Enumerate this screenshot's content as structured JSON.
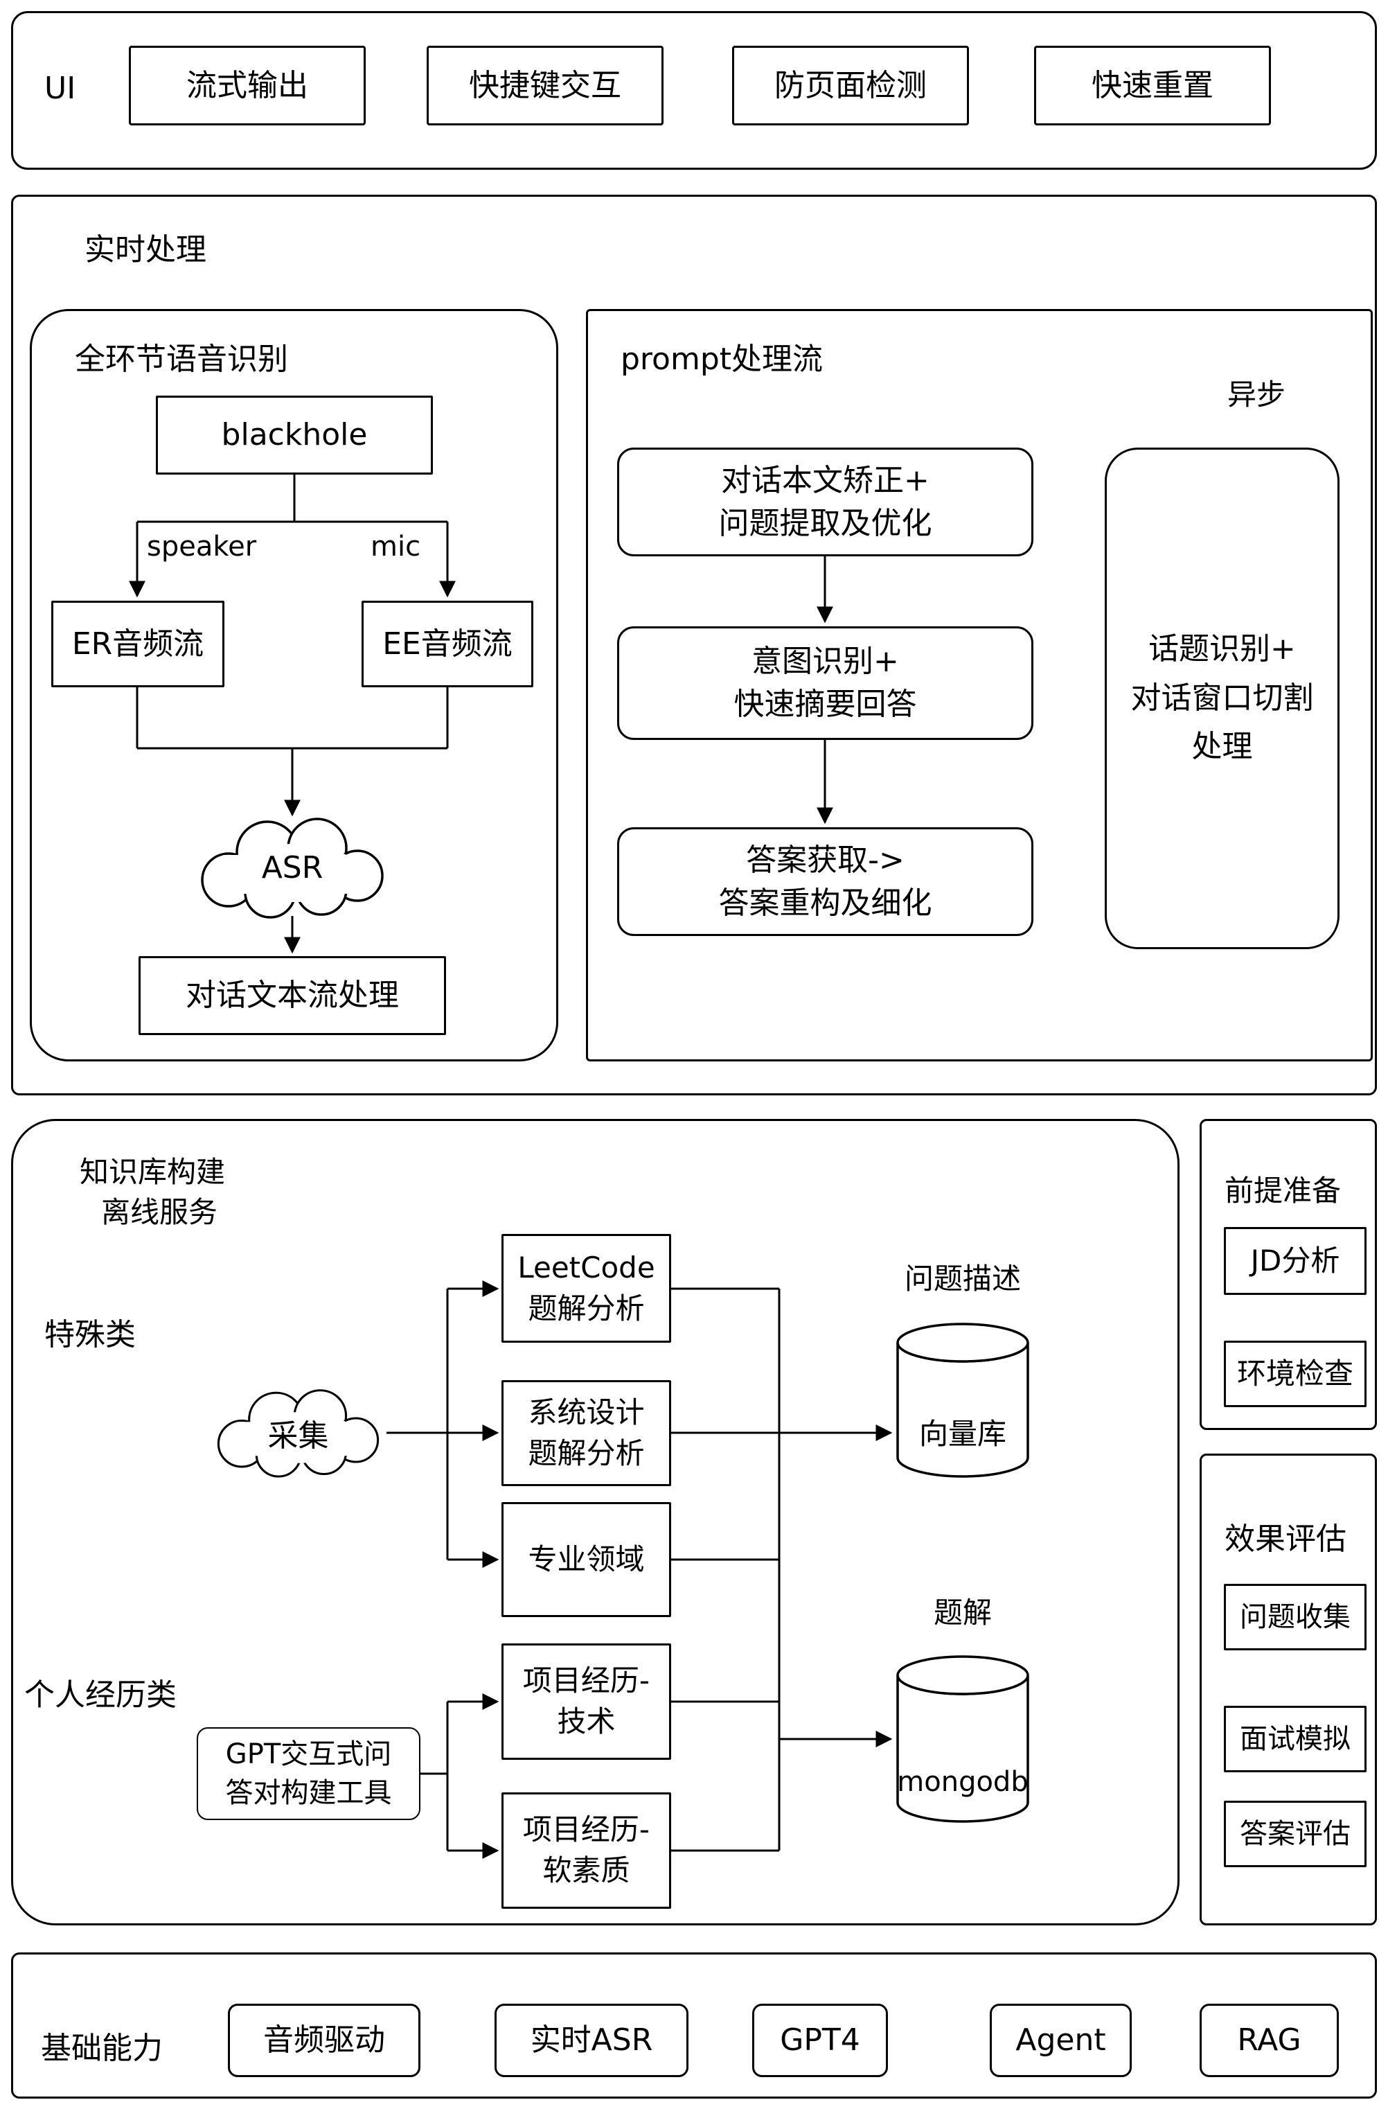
{
  "ui": {
    "label": "UI",
    "items": [
      "流式输出",
      "快捷键交互",
      "防页面检测",
      "快速重置"
    ]
  },
  "realtime": {
    "title": "实时处理",
    "speech": {
      "title": "全环节语音识别",
      "blackhole": "blackhole",
      "speaker": "speaker",
      "mic": "mic",
      "er": "ER音频流",
      "ee": "EE音频流",
      "asr": "ASR",
      "dialog_text": "对话文本流处理"
    },
    "prompt": {
      "title": "prompt处理流",
      "async": "异步",
      "step1": "对话本文矫正+\n问题提取及优化",
      "step2": "意图识别+\n快速摘要回答",
      "step3": "答案获取->\n答案重构及细化",
      "topic": "话题识别+\n对话窗口切割\n处理"
    }
  },
  "knowledge": {
    "title1": "知识库构建",
    "title2": "离线服务",
    "special": "特殊类",
    "collect": "采集",
    "leetcode": "LeetCode\n题解分析",
    "sysdesign": "系统设计\n题解分析",
    "domain": "专业领域",
    "qdesc": "问题描述",
    "vectordb": "向量库",
    "personal": "个人经历类",
    "gpt_tool": "GPT交互式问\n答对构建工具",
    "proj_tech": "项目经历-\n技术",
    "proj_soft": "项目经历-\n软素质",
    "solution": "题解",
    "mongodb": "mongodb"
  },
  "prep": {
    "title": "前提准备",
    "items": [
      "JD分析",
      "环境检查"
    ]
  },
  "eval": {
    "title": "效果评估",
    "items": [
      "问题收集",
      "面试模拟",
      "答案评估"
    ]
  },
  "base": {
    "title": "基础能力",
    "items": [
      "音频驱动",
      "实时ASR",
      "GPT4",
      "Agent",
      "RAG"
    ]
  }
}
